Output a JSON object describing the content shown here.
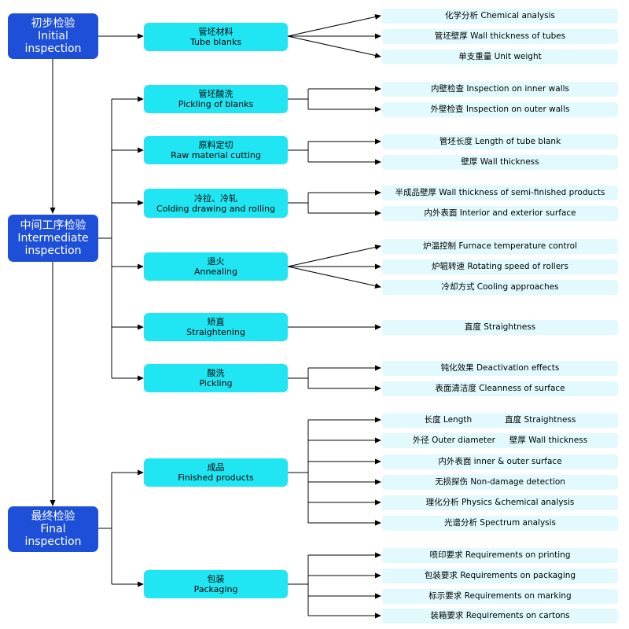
{
  "stages": [
    {
      "zh": "初步检验",
      "en1": "Initial",
      "en2": "inspection"
    },
    {
      "zh": "中间工序检验",
      "en1": "Intermediate",
      "en2": "inspection"
    },
    {
      "zh": "最终检验",
      "en1": "Final",
      "en2": "inspection"
    }
  ],
  "steps": [
    {
      "zh": "管坯材料",
      "en": "Tube blanks"
    },
    {
      "zh": "管坯酸洗",
      "en": "Pickling of blanks"
    },
    {
      "zh": "原料定切",
      "en": "Raw material cutting"
    },
    {
      "zh": "冷拉、冷轧",
      "en": "Colding drawing and rolling"
    },
    {
      "zh": "退火",
      "en": "Annealing"
    },
    {
      "zh": "矫直",
      "en": "Straightening"
    },
    {
      "zh": "酸洗",
      "en": "Pickling"
    },
    {
      "zh": "成品",
      "en": "Finished products"
    },
    {
      "zh": "包装",
      "en": "Packaging"
    }
  ],
  "checks": [
    "化学分析 Chemical analysis",
    "管坯壁厚 Wall thickness of tubes",
    "单支重量 Unit weight",
    "内壁检查 Inspection on inner walls",
    "外壁检查 Inspection on outer walls",
    "管坯长度 Length of tube blank",
    "壁厚 Wall thickness",
    "半成品壁厚 Wall thickness of semi-finished products",
    "内外表面 Interior and exterior surface",
    "炉温控制 Furnace temperature control",
    "炉辊转速 Rotating speed of rollers",
    "冷却方式 Cooling approaches",
    "直度 Straightness",
    "钝化效果 Deactivation effects",
    "表面清洁度 Cleanness of surface",
    [
      "长度 Length",
      "直度 Straightness"
    ],
    [
      "外径 Outer diameter",
      "壁厚 Wall thickness"
    ],
    "内外表面 inner & outer surface",
    "无损探伤 Non-damage detection",
    "理化分析 Physics &chemical analysis",
    "光谱分析 Spectrum analysis",
    "喷印要求 Requirements on printing",
    "包装要求 Requirements on packaging",
    "标示要求 Requirements on marking",
    "装箱要求 Requirements on cartons"
  ],
  "colors": {
    "stage": "#1d4fd8",
    "step": "#1fe6f2",
    "check": "#e2fafd",
    "line": "#000000"
  }
}
